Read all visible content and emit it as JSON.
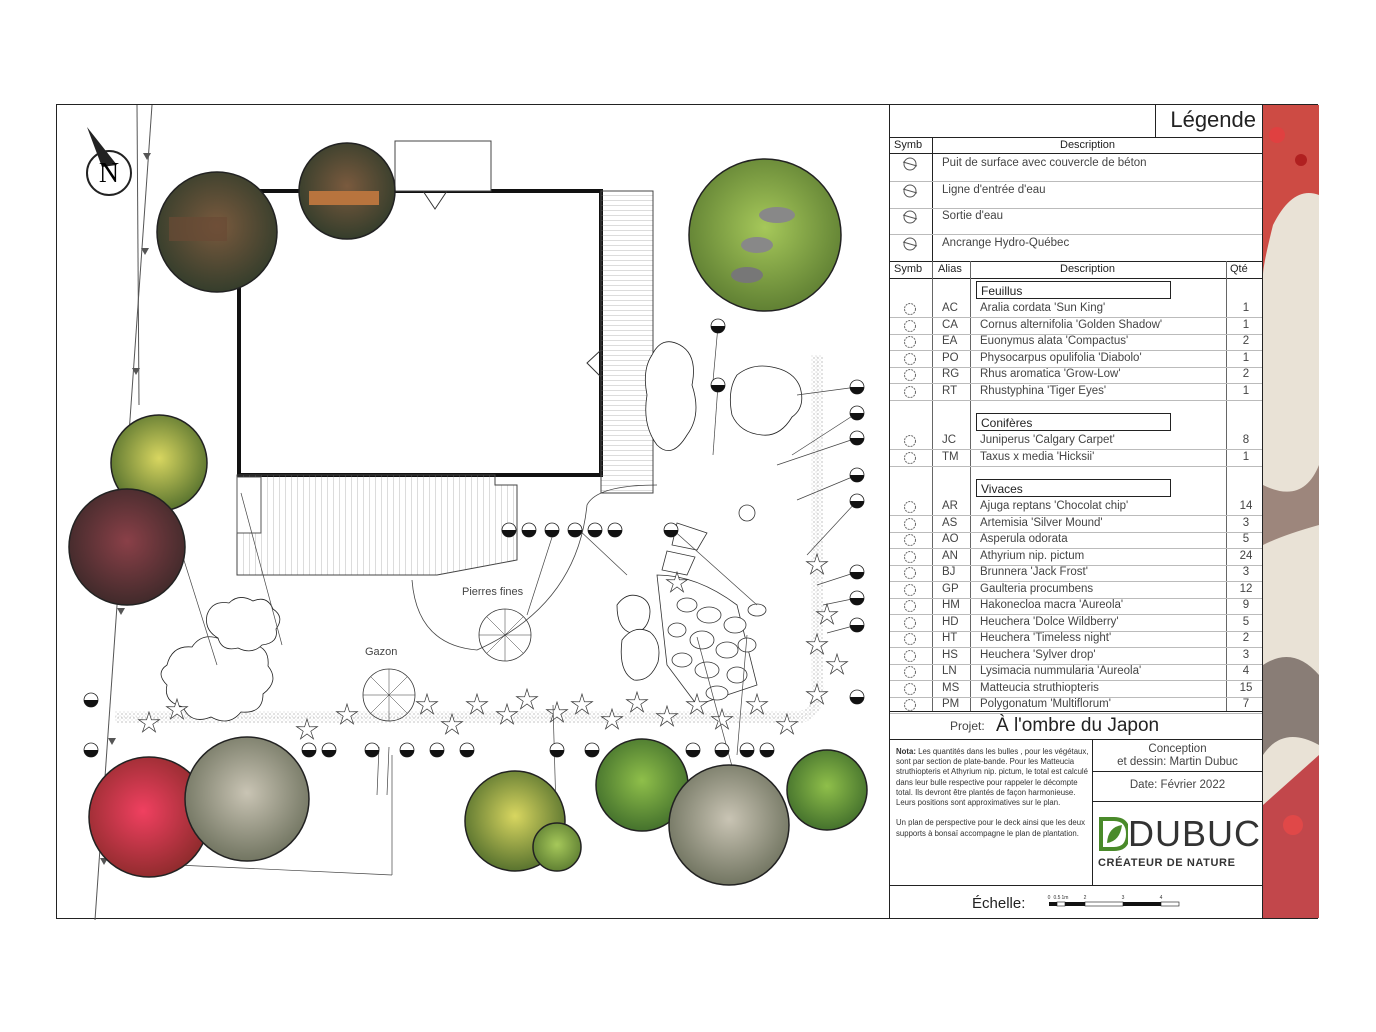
{
  "legend_title": "Légende",
  "infra_header": {
    "symb": "Symb",
    "description": "Description"
  },
  "infra": [
    {
      "icon": "manhole-icon",
      "label": "Puit de surface avec couvercle de béton"
    },
    {
      "icon": "water-line-icon",
      "label": "Ligne d'entrée d'eau"
    },
    {
      "icon": "water-outlet-icon",
      "label": "Sortie d'eau"
    },
    {
      "icon": "anchor-icon",
      "label": "Ancrange Hydro-Québec"
    }
  ],
  "plants_header": {
    "symb": "Symb",
    "alias": "Alias",
    "description": "Description",
    "qty": "Qté"
  },
  "categories": {
    "feuillus": "Feuillus",
    "coniferes": "Conifères",
    "vivaces": "Vivaces"
  },
  "feuillus": [
    {
      "alias": "AC",
      "name": "Aralia cordata 'Sun King'",
      "qty": "1"
    },
    {
      "alias": "CA",
      "name": "Cornus alternifolia 'Golden Shadow'",
      "qty": "1"
    },
    {
      "alias": "EA",
      "name": "Euonymus alata 'Compactus'",
      "qty": "2"
    },
    {
      "alias": "PO",
      "name": "Physocarpus opulifolia 'Diabolo'",
      "qty": "1"
    },
    {
      "alias": "RG",
      "name": "Rhus aromatica 'Grow-Low'",
      "qty": "2"
    },
    {
      "alias": "RT",
      "name": "Rhustyphina 'Tiger Eyes'",
      "qty": "1"
    }
  ],
  "coniferes": [
    {
      "alias": "JC",
      "name": "Juniperus 'Calgary Carpet'",
      "qty": "8"
    },
    {
      "alias": "TM",
      "name": "Taxus x media 'Hicksii'",
      "qty": "1"
    }
  ],
  "vivaces": [
    {
      "alias": "AR",
      "name": "Ajuga reptans 'Chocolat chip'",
      "qty": "14"
    },
    {
      "alias": "AS",
      "name": "Artemisia 'Silver Mound'",
      "qty": "3"
    },
    {
      "alias": "AO",
      "name": "Asperula odorata",
      "qty": "5"
    },
    {
      "alias": "AN",
      "name": "Athyrium nip. pictum",
      "qty": "24"
    },
    {
      "alias": "BJ",
      "name": "Brunnera 'Jack Frost'",
      "qty": "3"
    },
    {
      "alias": "GP",
      "name": "Gaulteria procumbens",
      "qty": "12"
    },
    {
      "alias": "HM",
      "name": "Hakonecloa macra 'Aureola'",
      "qty": "9"
    },
    {
      "alias": "HD",
      "name": "Heuchera 'Dolce Wildberry'",
      "qty": "5"
    },
    {
      "alias": "HT",
      "name": "Heuchera 'Timeless night'",
      "qty": "2"
    },
    {
      "alias": "HS",
      "name": "Heuchera 'Sylver drop'",
      "qty": "3"
    },
    {
      "alias": "LN",
      "name": "Lysimacia nummularia 'Aureola'",
      "qty": "4"
    },
    {
      "alias": "MS",
      "name": "Matteucia struthiopteris",
      "qty": "15"
    },
    {
      "alias": "PM",
      "name": "Polygonatum 'Multiflorum'",
      "qty": "7"
    }
  ],
  "project": {
    "label": "Projet:",
    "name": "À l'ombre du Japon"
  },
  "conception": {
    "line1": "Conception",
    "line2": "et dessin: Martin Dubuc"
  },
  "date": "Date: Février 2022",
  "note": {
    "bold": "Nota:",
    "p1": " Les quantités dans les bulles , pour les végétaux, sont par section de plate-bande. Pour les Matteucia struthiopteris et Athyrium nip. pictum, le total est calculé dans leur bulle respective pour rappeler le décompte total.  Ils devront être plantés de façon harmonieuse. Leurs positions sont approximatives sur le plan.",
    "p2": "Un plan de perspective pour le deck ainsi que les deux supports à bonsaï accompagne le plan de plantation."
  },
  "brand": {
    "logo": "DUBUC",
    "tagline": "CRÉATEUR DE NATURE",
    "color": "#4a8a2a"
  },
  "scale": {
    "label": "Échelle:",
    "ticks": [
      "0",
      "0.5",
      "1m",
      "2",
      "3",
      "4"
    ]
  },
  "plan_labels": {
    "pierres": "Pierres fines",
    "gazon": "Gazon"
  },
  "north": "N"
}
